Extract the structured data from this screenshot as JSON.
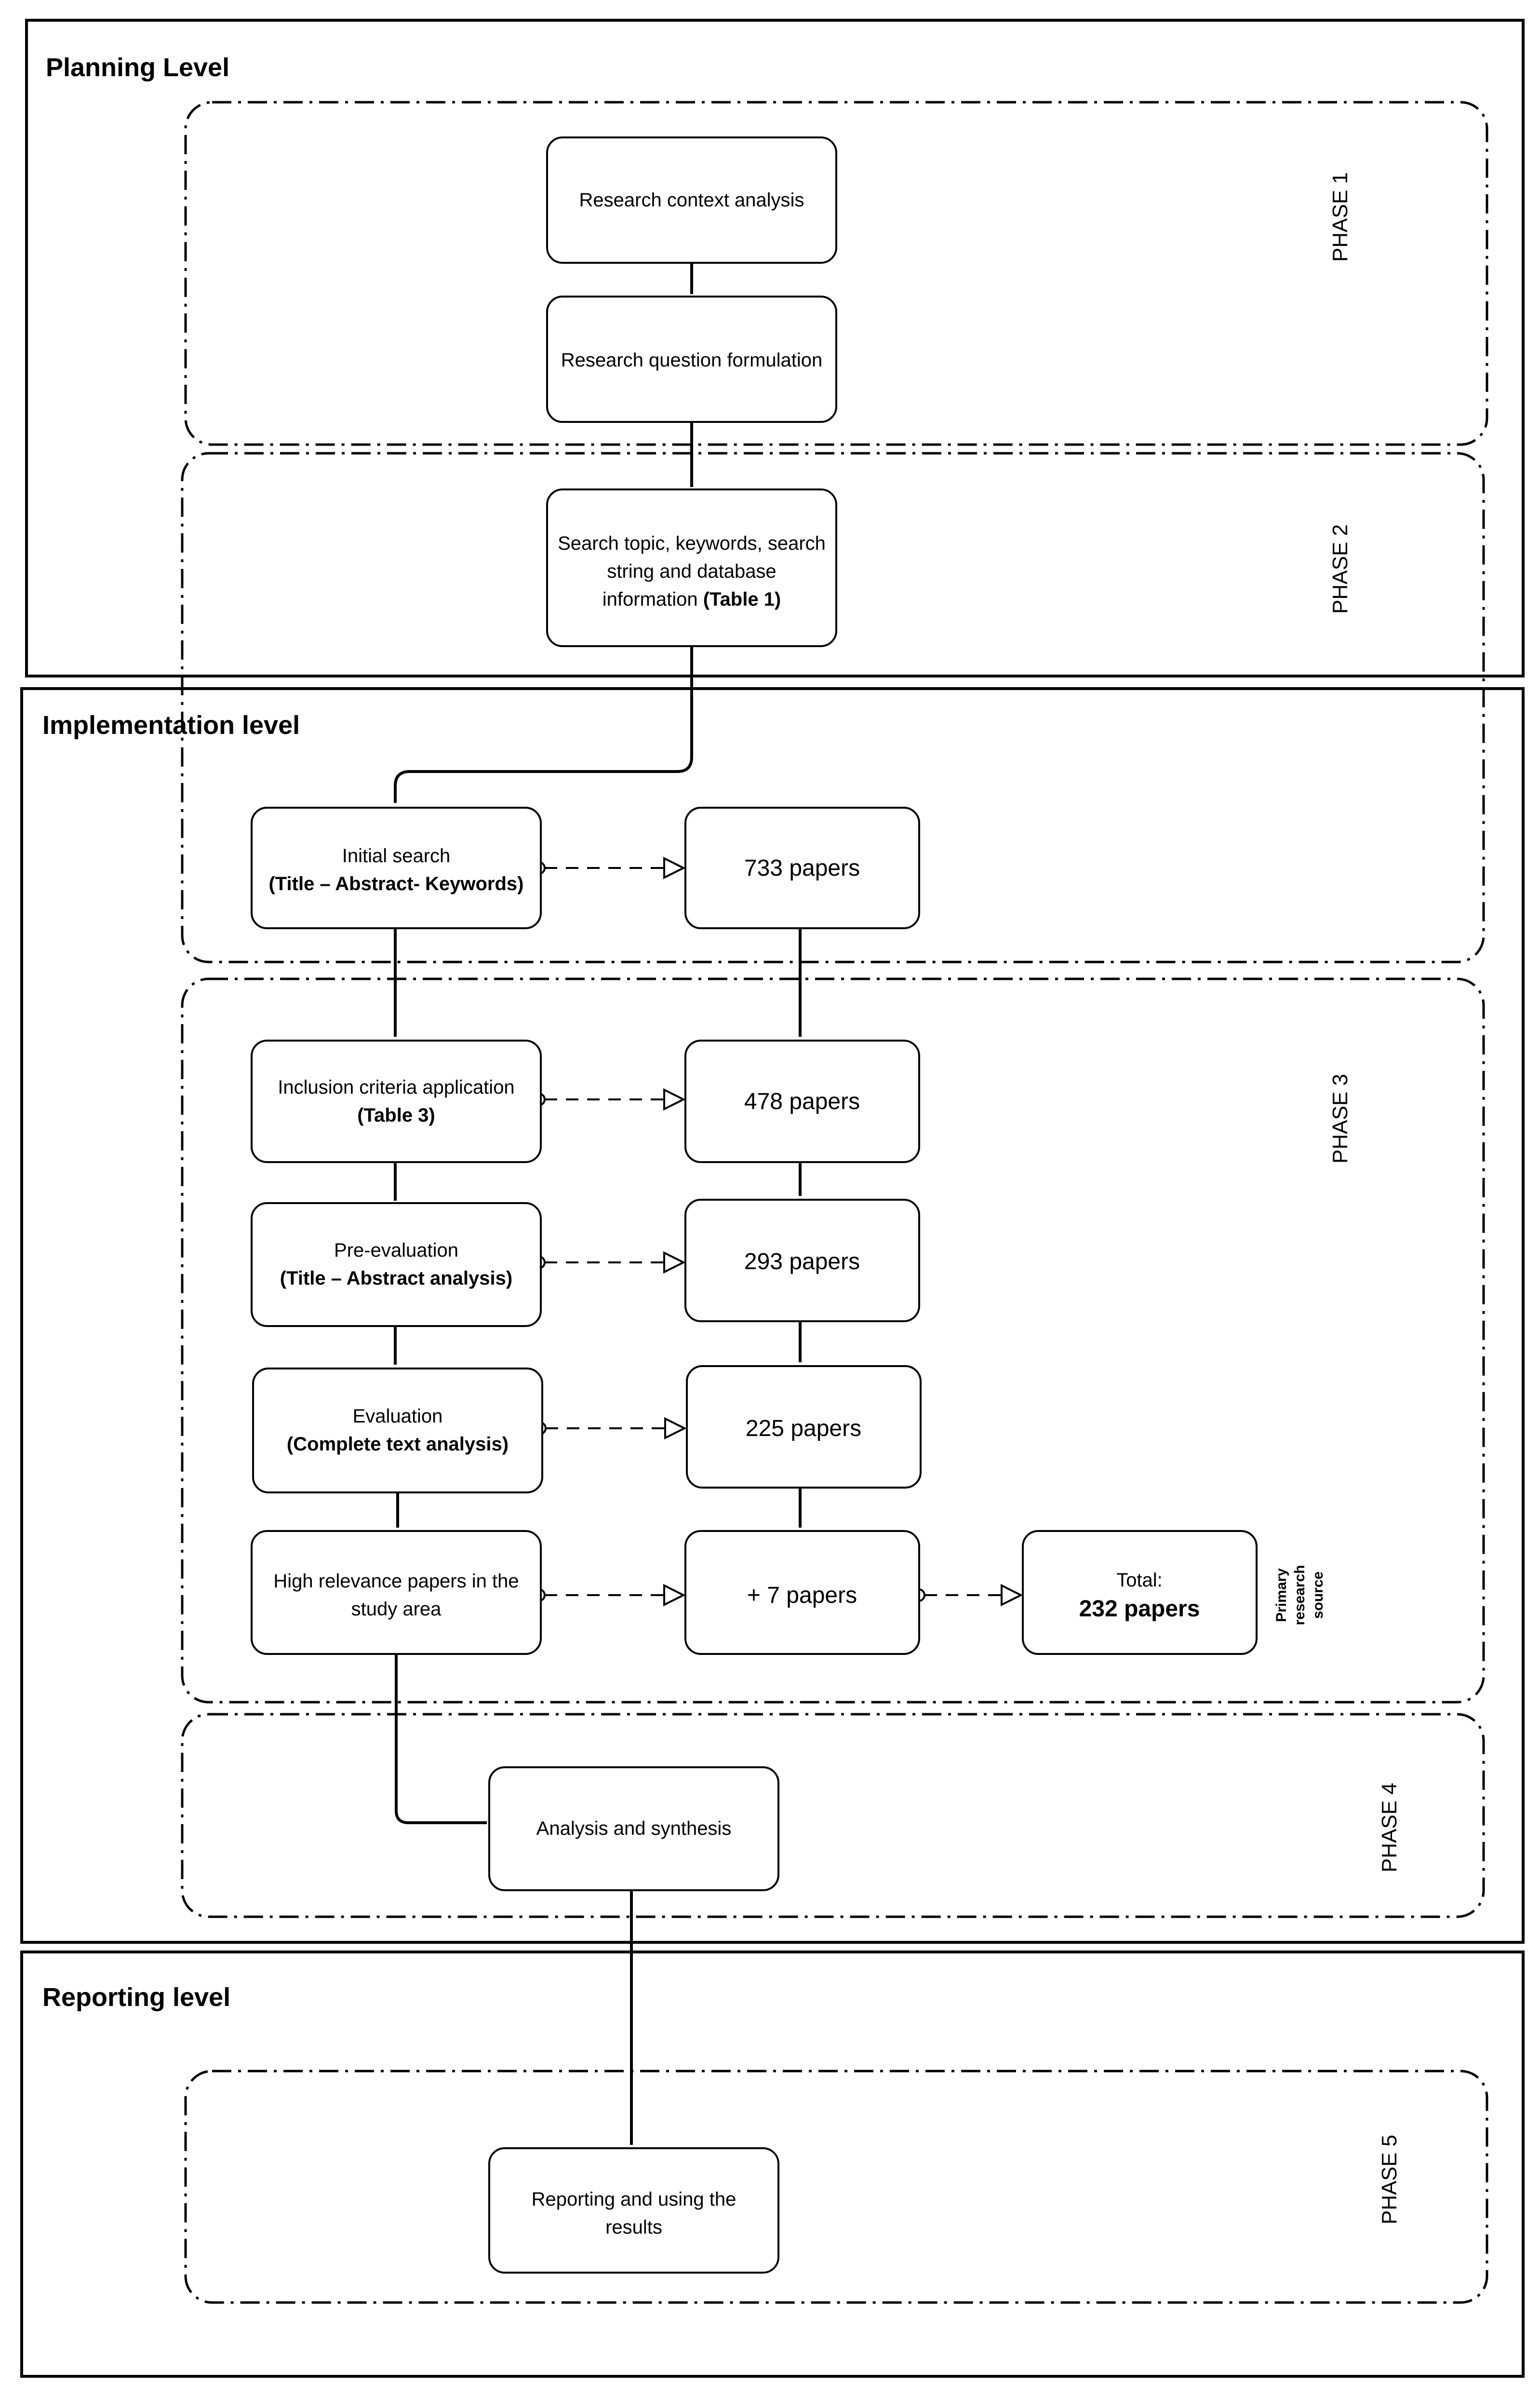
{
  "levels": {
    "planning": "Planning Level",
    "implementation": "Implementation level",
    "reporting": "Reporting level"
  },
  "phases": {
    "p1": "PHASE 1",
    "p2": "PHASE 2",
    "p3": "PHASE 3",
    "p4": "PHASE 4",
    "p5": "PHASE 5"
  },
  "steps": {
    "research_context": "Research context analysis",
    "research_question": "Research question formulation",
    "search_topic": {
      "line1": "Search topic, keywords, search",
      "line2": "string and database",
      "line3_plain": "information ",
      "line3_bold": "(Table 1)"
    },
    "initial_search": {
      "line1": "Initial search",
      "line2": "(Title – Abstract- Keywords)"
    },
    "inclusion": {
      "line1": "Inclusion criteria application",
      "line2": "(Table 3)"
    },
    "pre_evaluation": {
      "line1": "Pre-evaluation",
      "line2": "(Title – Abstract analysis)"
    },
    "evaluation": {
      "line1": "Evaluation",
      "line2": "(Complete text analysis)"
    },
    "high_relevance": {
      "line1": "High relevance papers in the",
      "line2": "study area"
    },
    "analysis": "Analysis and synthesis",
    "reporting": {
      "line1": "Reporting and using the",
      "line2": "results"
    }
  },
  "counts": {
    "initial": "733 papers",
    "inclusion": "478 papers",
    "pre_evaluation": "293 papers",
    "evaluation": "225 papers",
    "high_relevance": "+ 7 papers",
    "total_label": "Total:",
    "total_value": "232 papers"
  },
  "side_label": {
    "line1": "Primary",
    "line2": "research",
    "line3": "source"
  }
}
